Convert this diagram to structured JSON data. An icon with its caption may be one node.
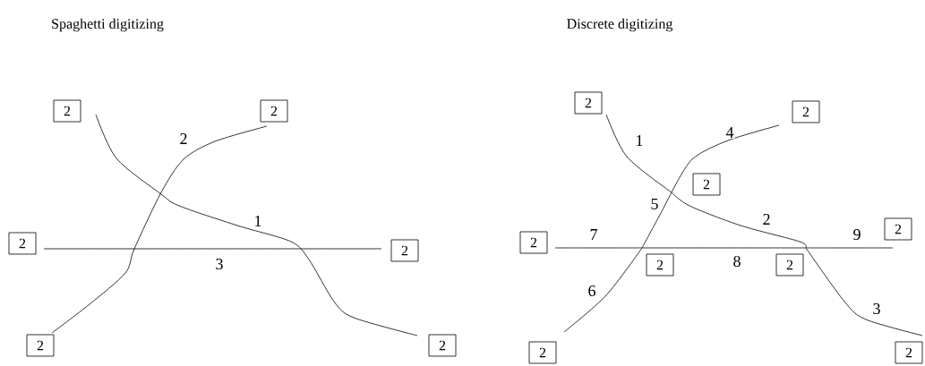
{
  "diagram": {
    "nodes": [
      {
        "text": [
          "2"
        ]
      },
      {
        "text": [
          "2"
        ]
      },
      {
        "text": [
          "2"
        ]
      },
      {
        "text": [
          "2"
        ]
      },
      {
        "text": [
          "2"
        ]
      },
      {
        "text": [
          "2"
        ]
      },
      {
        "text": [
          "2"
        ]
      },
      {
        "text": [
          "2"
        ]
      },
      {
        "text": [
          "2"
        ]
      },
      {
        "text": [
          "2"
        ]
      },
      {
        "text": [
          "2"
        ]
      },
      {
        "text": [
          "2"
        ]
      },
      {
        "text": [
          "2"
        ]
      },
      {
        "text": [
          "2"
        ]
      },
      {
        "text": [
          "2"
        ]
      }
    ],
    "edges": [
      {
        "from": 0,
        "to": 5,
        "arrow": "none",
        "label": "1"
      },
      {
        "from": 4,
        "to": 1,
        "arrow": "none",
        "label": "2"
      },
      {
        "from": 2,
        "to": 3,
        "arrow": "none",
        "label": "3"
      },
      {
        "from": 6,
        "to": 8,
        "arrow": "none",
        "label": "1"
      },
      {
        "from": 8,
        "to": 11,
        "arrow": "none",
        "label": "2"
      },
      {
        "from": 11,
        "to": 14,
        "arrow": "none",
        "label": "3"
      },
      {
        "from": 7,
        "to": 8,
        "arrow": "none",
        "label": "4"
      },
      {
        "from": 8,
        "to": 10,
        "arrow": "none",
        "label": "5"
      },
      {
        "from": 10,
        "to": 13,
        "arrow": "none",
        "label": "6"
      },
      {
        "from": 9,
        "to": 10,
        "arrow": "none",
        "label": "7"
      },
      {
        "from": 10,
        "to": 11,
        "arrow": "none",
        "label": "8"
      },
      {
        "from": 11,
        "to": 12,
        "arrow": "none",
        "label": "9"
      }
    ],
    "labels": [
      "Spaghetti digitizing",
      "Discrete digitizing"
    ]
  }
}
